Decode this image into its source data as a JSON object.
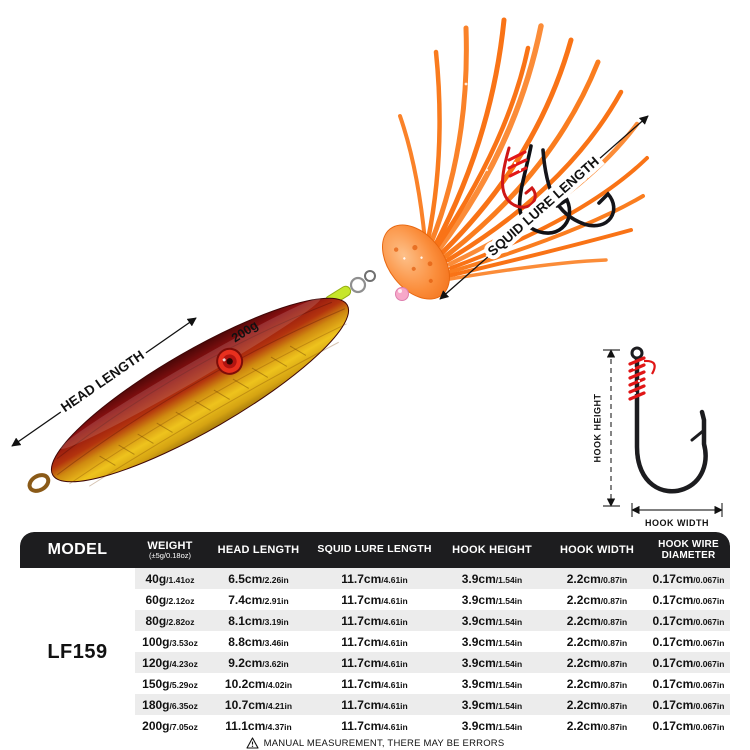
{
  "hero": {
    "labels": {
      "head_length": "HEAD LENGTH",
      "squid_lure_length": "SQUID LURE LENGTH",
      "lure_weight": "200g",
      "hook_height": "HOOK HEIGHT",
      "hook_width": "HOOK WIDTH"
    }
  },
  "colors": {
    "skirt_orange": "#f97316",
    "jig_red": "#8c1010",
    "jig_gold": "#eec31d",
    "accent_red": "#d81f1f",
    "header_bg": "#1d1d1f",
    "zebra_row": "#ececec"
  },
  "table": {
    "headers": {
      "model": "MODEL",
      "weight": "WEIGHT",
      "weight_sub": "(±5g/0.18oz)",
      "head_length": "HEAD LENGTH",
      "squid_lure_length": "SQUID LURE LENGTH",
      "hook_height": "HOOK HEIGHT",
      "hook_width": "HOOK WIDTH",
      "hook_wire_diameter": "HOOK WIRE DIAMETER"
    },
    "model": "LF159",
    "rows": [
      {
        "weight": "40g",
        "weight_sub": "/1.41oz",
        "head": "6.5cm",
        "head_sub": "/2.26in",
        "squid": "11.7cm",
        "squid_sub": "/4.61in",
        "hook_h": "3.9cm",
        "hook_h_sub": "/1.54in",
        "hook_w": "2.2cm",
        "hook_w_sub": "/0.87in",
        "wire": "0.17cm",
        "wire_sub": "/0.067in"
      },
      {
        "weight": "60g",
        "weight_sub": "/2.12oz",
        "head": "7.4cm",
        "head_sub": "/2.91in",
        "squid": "11.7cm",
        "squid_sub": "/4.61in",
        "hook_h": "3.9cm",
        "hook_h_sub": "/1.54in",
        "hook_w": "2.2cm",
        "hook_w_sub": "/0.87in",
        "wire": "0.17cm",
        "wire_sub": "/0.067in"
      },
      {
        "weight": "80g",
        "weight_sub": "/2.82oz",
        "head": "8.1cm",
        "head_sub": "/3.19in",
        "squid": "11.7cm",
        "squid_sub": "/4.61in",
        "hook_h": "3.9cm",
        "hook_h_sub": "/1.54in",
        "hook_w": "2.2cm",
        "hook_w_sub": "/0.87in",
        "wire": "0.17cm",
        "wire_sub": "/0.067in"
      },
      {
        "weight": "100g",
        "weight_sub": "/3.53oz",
        "head": "8.8cm",
        "head_sub": "/3.46in",
        "squid": "11.7cm",
        "squid_sub": "/4.61in",
        "hook_h": "3.9cm",
        "hook_h_sub": "/1.54in",
        "hook_w": "2.2cm",
        "hook_w_sub": "/0.87in",
        "wire": "0.17cm",
        "wire_sub": "/0.067in"
      },
      {
        "weight": "120g",
        "weight_sub": "/4.23oz",
        "head": "9.2cm",
        "head_sub": "/3.62in",
        "squid": "11.7cm",
        "squid_sub": "/4.61in",
        "hook_h": "3.9cm",
        "hook_h_sub": "/1.54in",
        "hook_w": "2.2cm",
        "hook_w_sub": "/0.87in",
        "wire": "0.17cm",
        "wire_sub": "/0.067in"
      },
      {
        "weight": "150g",
        "weight_sub": "/5.29oz",
        "head": "10.2cm",
        "head_sub": "/4.02in",
        "squid": "11.7cm",
        "squid_sub": "/4.61in",
        "hook_h": "3.9cm",
        "hook_h_sub": "/1.54in",
        "hook_w": "2.2cm",
        "hook_w_sub": "/0.87in",
        "wire": "0.17cm",
        "wire_sub": "/0.067in"
      },
      {
        "weight": "180g",
        "weight_sub": "/6.35oz",
        "head": "10.7cm",
        "head_sub": "/4.21in",
        "squid": "11.7cm",
        "squid_sub": "/4.61in",
        "hook_h": "3.9cm",
        "hook_h_sub": "/1.54in",
        "hook_w": "2.2cm",
        "hook_w_sub": "/0.87in",
        "wire": "0.17cm",
        "wire_sub": "/0.067in"
      },
      {
        "weight": "200g",
        "weight_sub": "/7.05oz",
        "head": "11.1cm",
        "head_sub": "/4.37in",
        "squid": "11.7cm",
        "squid_sub": "/4.61in",
        "hook_h": "3.9cm",
        "hook_h_sub": "/1.54in",
        "hook_w": "2.2cm",
        "hook_w_sub": "/0.87in",
        "wire": "0.17cm",
        "wire_sub": "/0.067in"
      }
    ]
  },
  "footer": {
    "warning": "MANUAL MEASUREMENT, THERE MAY BE ERRORS"
  }
}
